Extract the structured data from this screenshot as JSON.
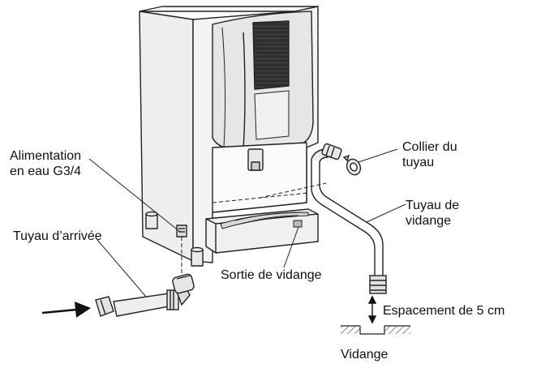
{
  "labels": {
    "water_supply_line1": "Alimentation",
    "water_supply_line2": "en eau G3/4",
    "inlet_hose": "Tuyau d’arrivée",
    "hose_clamp_line1": "Collier du",
    "hose_clamp_line2": "tuyau",
    "drain_hose_line1": "Tuyau de",
    "drain_hose_line2": "vidange",
    "drain_outlet": "Sortie de vidange",
    "spacing": "Espacement de 5 cm",
    "drain": "Vidange"
  },
  "colors": {
    "line": "#222222",
    "machine_fill": "#f2f2f2",
    "panel_fill": "#e4e4e4",
    "display_fill": "#333333"
  }
}
